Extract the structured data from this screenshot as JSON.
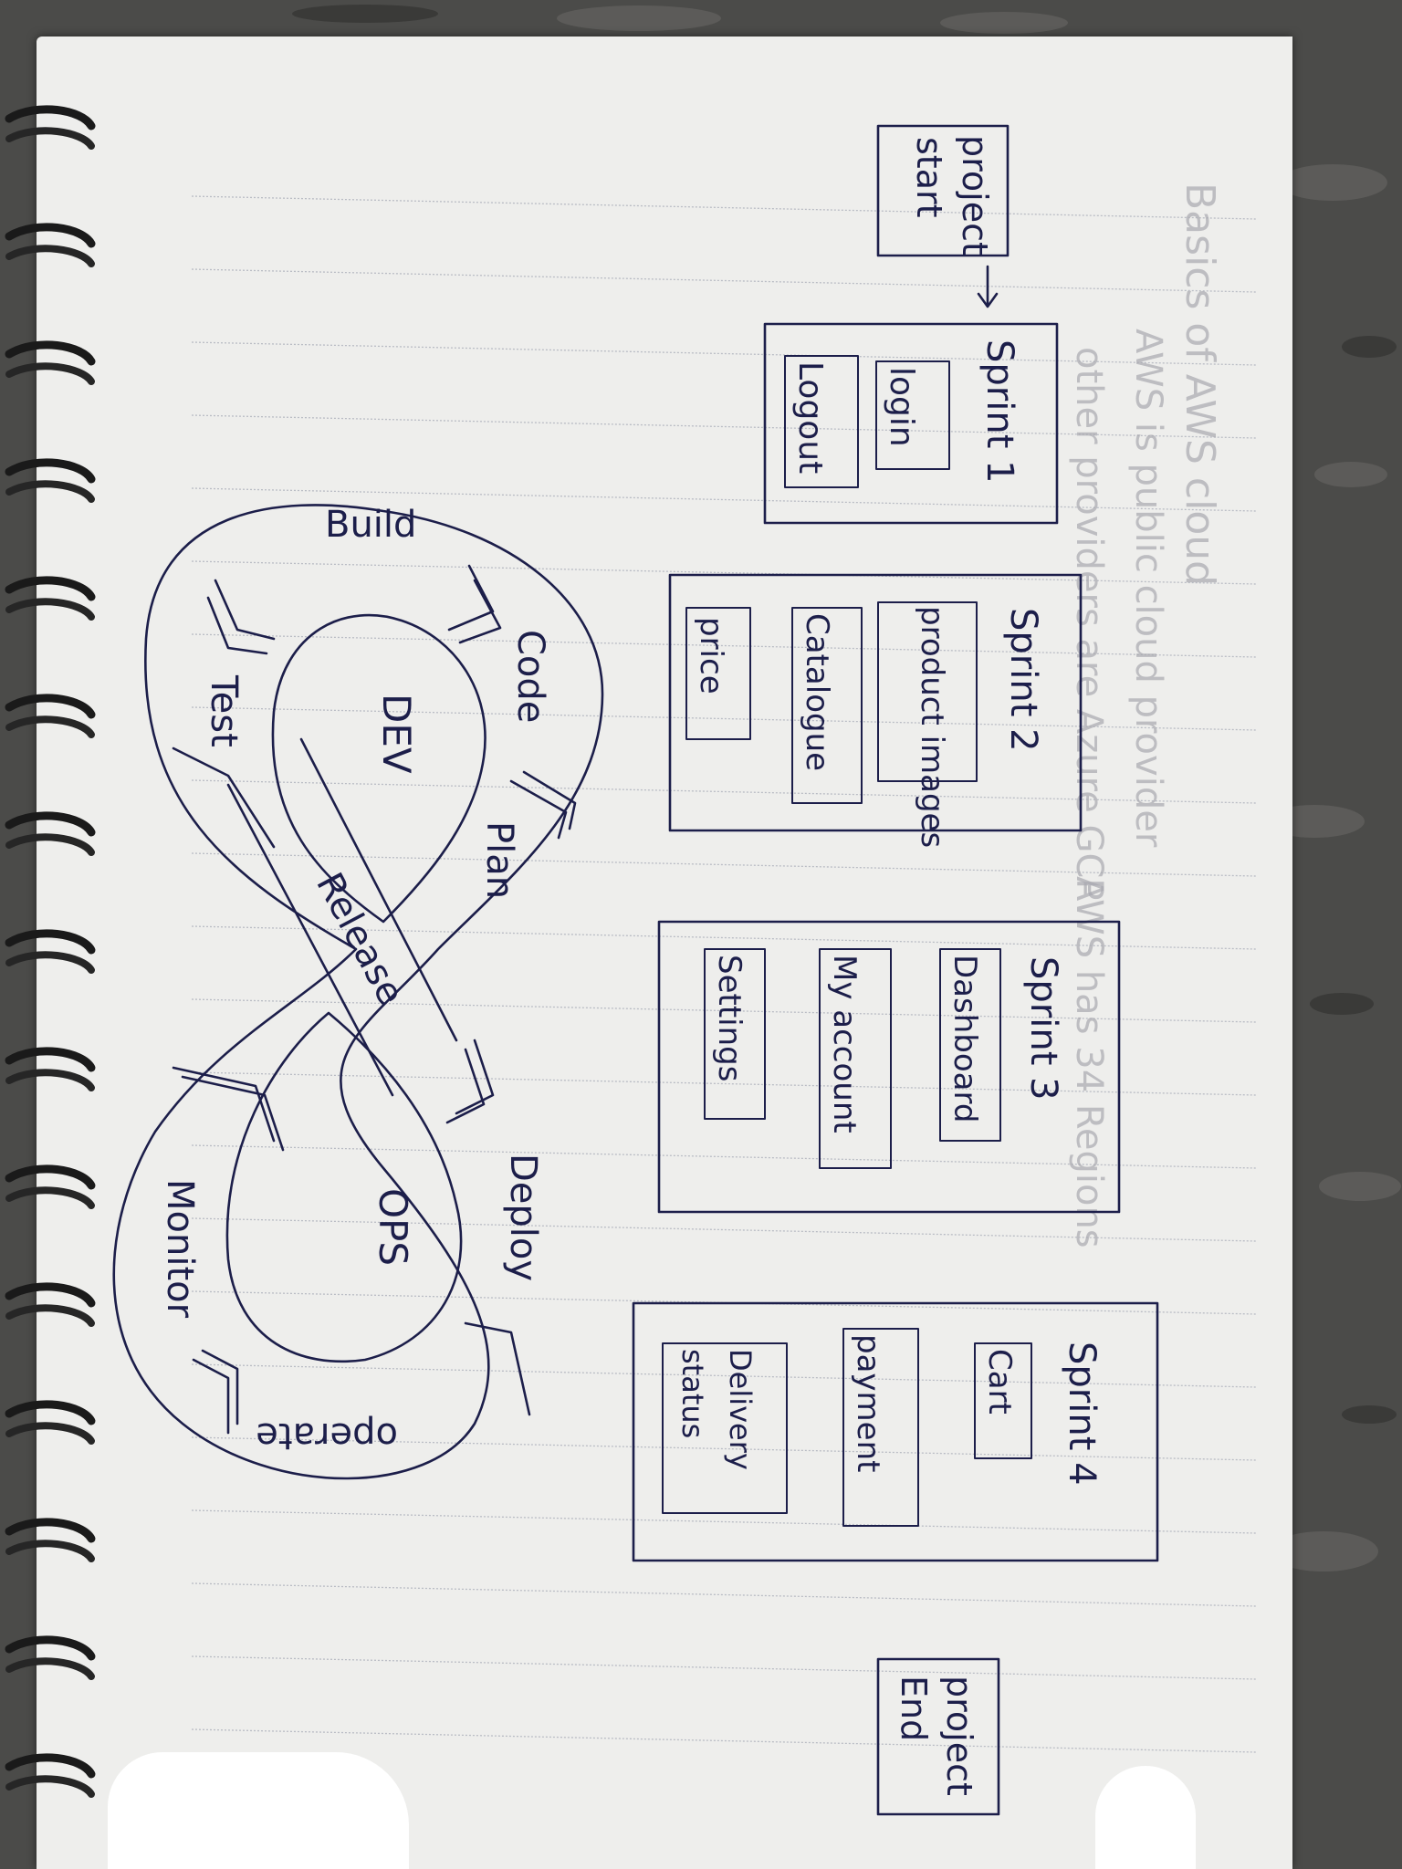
{
  "background": {
    "surface_color": "#4a4a48",
    "paper_color": "#eeeeec",
    "ink_color": "#1c1e4a"
  },
  "timeline": {
    "start": {
      "line1": "project",
      "line2": "start"
    },
    "end": {
      "line1": "project",
      "line2": "End"
    },
    "sprints": [
      {
        "title": "Sprint 1",
        "items": [
          "login",
          "Logout"
        ]
      },
      {
        "title": "Sprint 2",
        "items": [
          "product images",
          "Catalogue",
          "price"
        ]
      },
      {
        "title": "Sprint 3",
        "items": [
          "Dashboard",
          "My account",
          "Settings"
        ]
      },
      {
        "title": "Sprint 4",
        "items": [
          "Cart",
          "payment",
          "Delivery status"
        ]
      }
    ]
  },
  "devops_loop": {
    "dev_label": "DEV",
    "ops_label": "OPS",
    "stages": [
      "Build",
      "Code",
      "Plan",
      "Test",
      "Release",
      "Deploy",
      "Monitor",
      "operate"
    ]
  },
  "bleed_through": {
    "lines": [
      "Basics of AWS cloud",
      "AWS is public cloud provider",
      "other providers are Azure GCP",
      "AWS has 34 Regions"
    ]
  },
  "icons": [
    "notebook-spiral-icon",
    "arrow-right-icon"
  ]
}
